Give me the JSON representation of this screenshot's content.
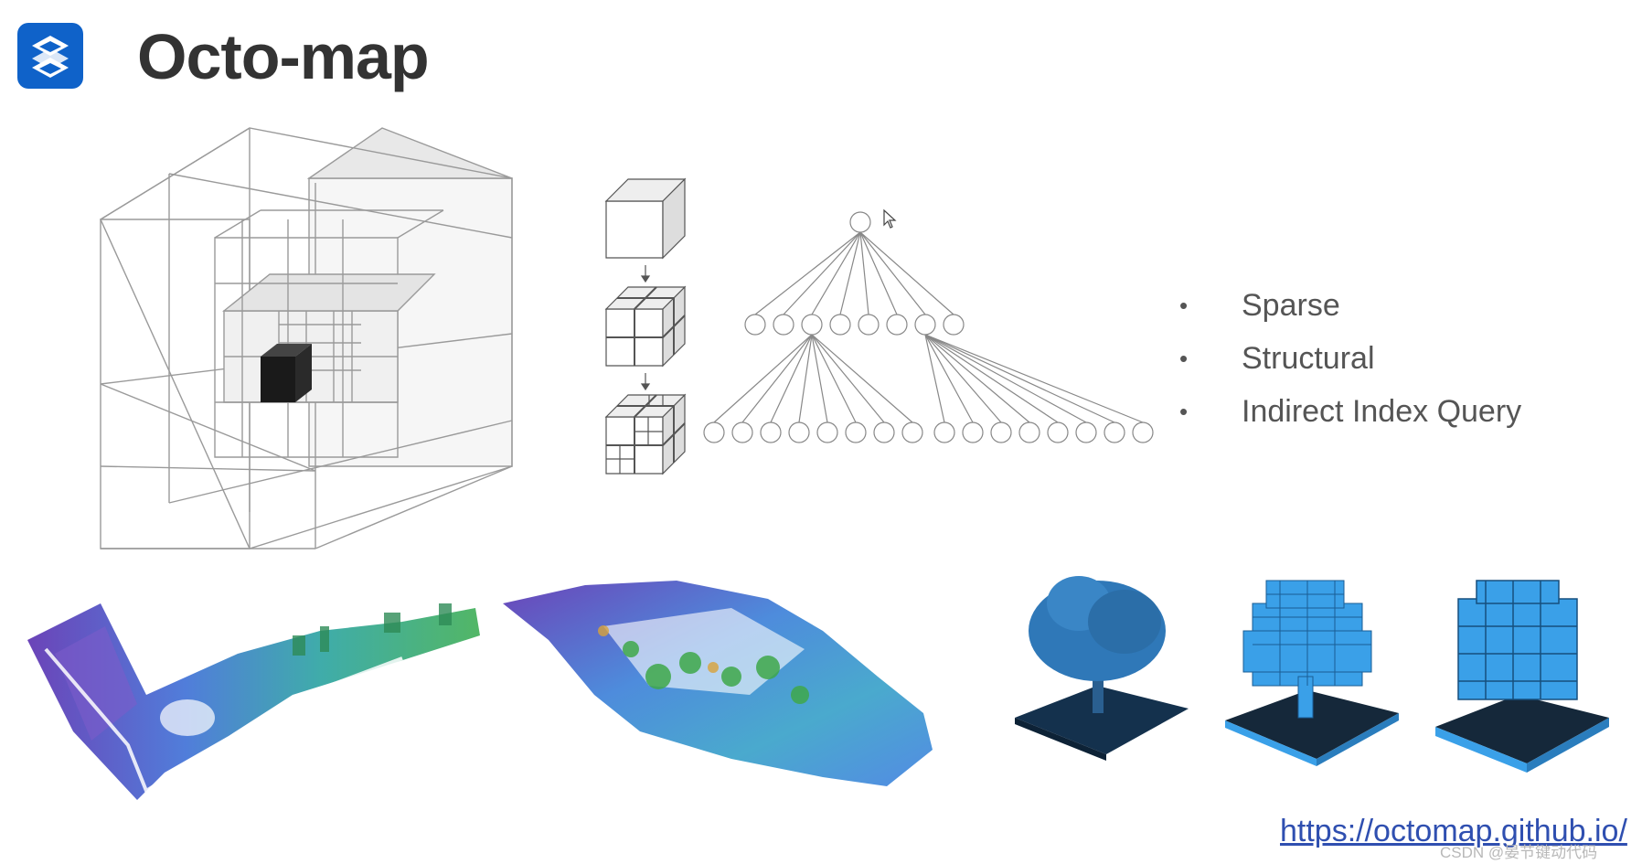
{
  "slide": {
    "title": "Octo-map",
    "logo_icon": "s-logo-icon",
    "bullets": [
      "Sparse",
      "Structural",
      "Indirect Index Query"
    ],
    "link": "https://octomap.github.io/",
    "watermark": "CSDN @晏节键动代码"
  },
  "colors": {
    "logo_blue": "#0f62c9",
    "title_text": "#333333",
    "link_blue": "#2f4fb0",
    "voxel_blue": "#3aa0e8"
  }
}
